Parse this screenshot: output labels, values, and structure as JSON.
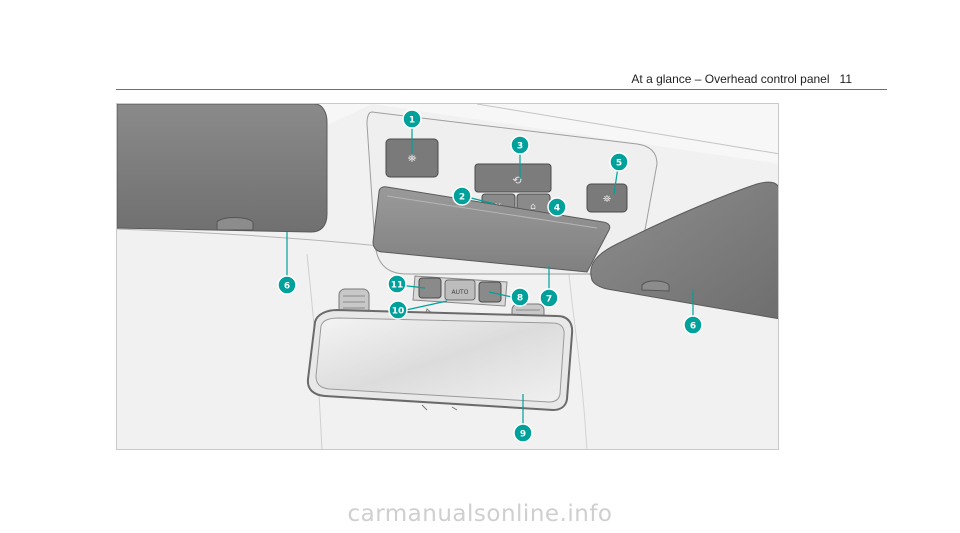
{
  "header": {
    "section_title": "At a glance – Overhead control panel",
    "page_number": "11"
  },
  "callouts": [
    "1",
    "2",
    "3",
    "4",
    "5",
    "6",
    "7",
    "11",
    "10",
    "8",
    "9",
    "6"
  ],
  "watermark": "carmanualsonline.info",
  "colors": {
    "accent": "#00a19b",
    "callout_fill": "#00a19b",
    "visor": "#7f7f7f"
  }
}
